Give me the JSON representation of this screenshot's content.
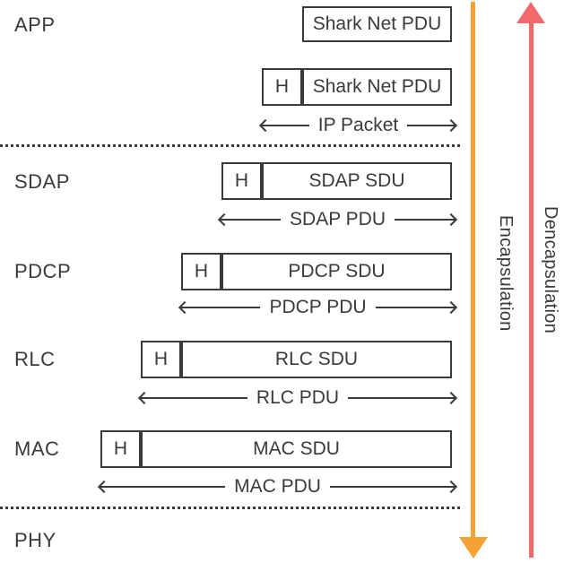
{
  "palette": {
    "ink": "#3a3a3a",
    "encapsulation_arrow": "#f5a134",
    "dencapsulation_arrow": "#f2696b"
  },
  "layers": {
    "app": "APP",
    "sdap": "SDAP",
    "pdcp": "PDCP",
    "rlc": "RLC",
    "mac": "MAC",
    "phy": "PHY"
  },
  "rows": {
    "app_top": {
      "body": "Shark Net PDU"
    },
    "app_packet": {
      "header": "H",
      "body": "Shark Net PDU",
      "arrow": "IP Packet"
    },
    "sdap": {
      "header": "H",
      "body": "SDAP SDU",
      "arrow": "SDAP PDU"
    },
    "pdcp": {
      "header": "H",
      "body": "PDCP SDU",
      "arrow": "PDCP PDU"
    },
    "rlc": {
      "header": "H",
      "body": "RLC SDU",
      "arrow": "RLC PDU"
    },
    "mac": {
      "header": "H",
      "body": "MAC SDU",
      "arrow": "MAC PDU"
    }
  },
  "flows": {
    "encapsulation": "Encapsulation",
    "dencapsulation": "Dencapsulation"
  }
}
